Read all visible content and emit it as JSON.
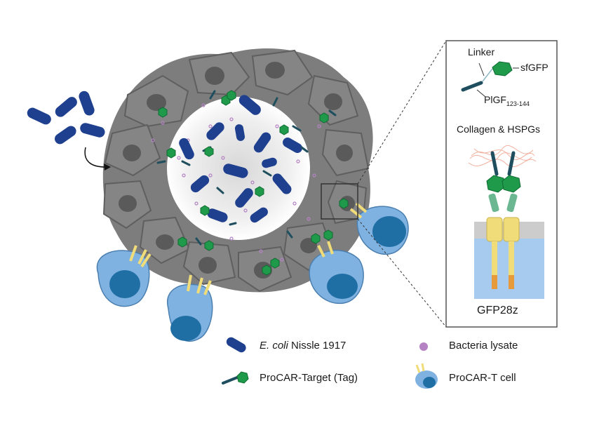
{
  "inset": {
    "linker": "Linker",
    "sfgfp": "sfGFP",
    "plgf_main": "PlGF",
    "plgf_sub": "123-144",
    "collagen": "Collagen & HSPGs",
    "car": "GFP28z"
  },
  "legend": {
    "ecoli_italic": "E. coli",
    "ecoli_rest": " Nissle 1917",
    "lysate": "Bacteria lysate",
    "target": "ProCAR-Target (Tag)",
    "tcell": "ProCAR-T cell"
  },
  "colors": {
    "tumor_cell": "#7a7a7a",
    "nucleus": "#555555",
    "bacteria": "#1f3f8f",
    "gfp": "#1f9a4b",
    "linker": "#1f4f5f",
    "tcell": "#7fb2e0",
    "tcell_nucleus": "#1f6fa5",
    "car_yellow": "#f1dc7a",
    "lysate": "#b582c4"
  }
}
